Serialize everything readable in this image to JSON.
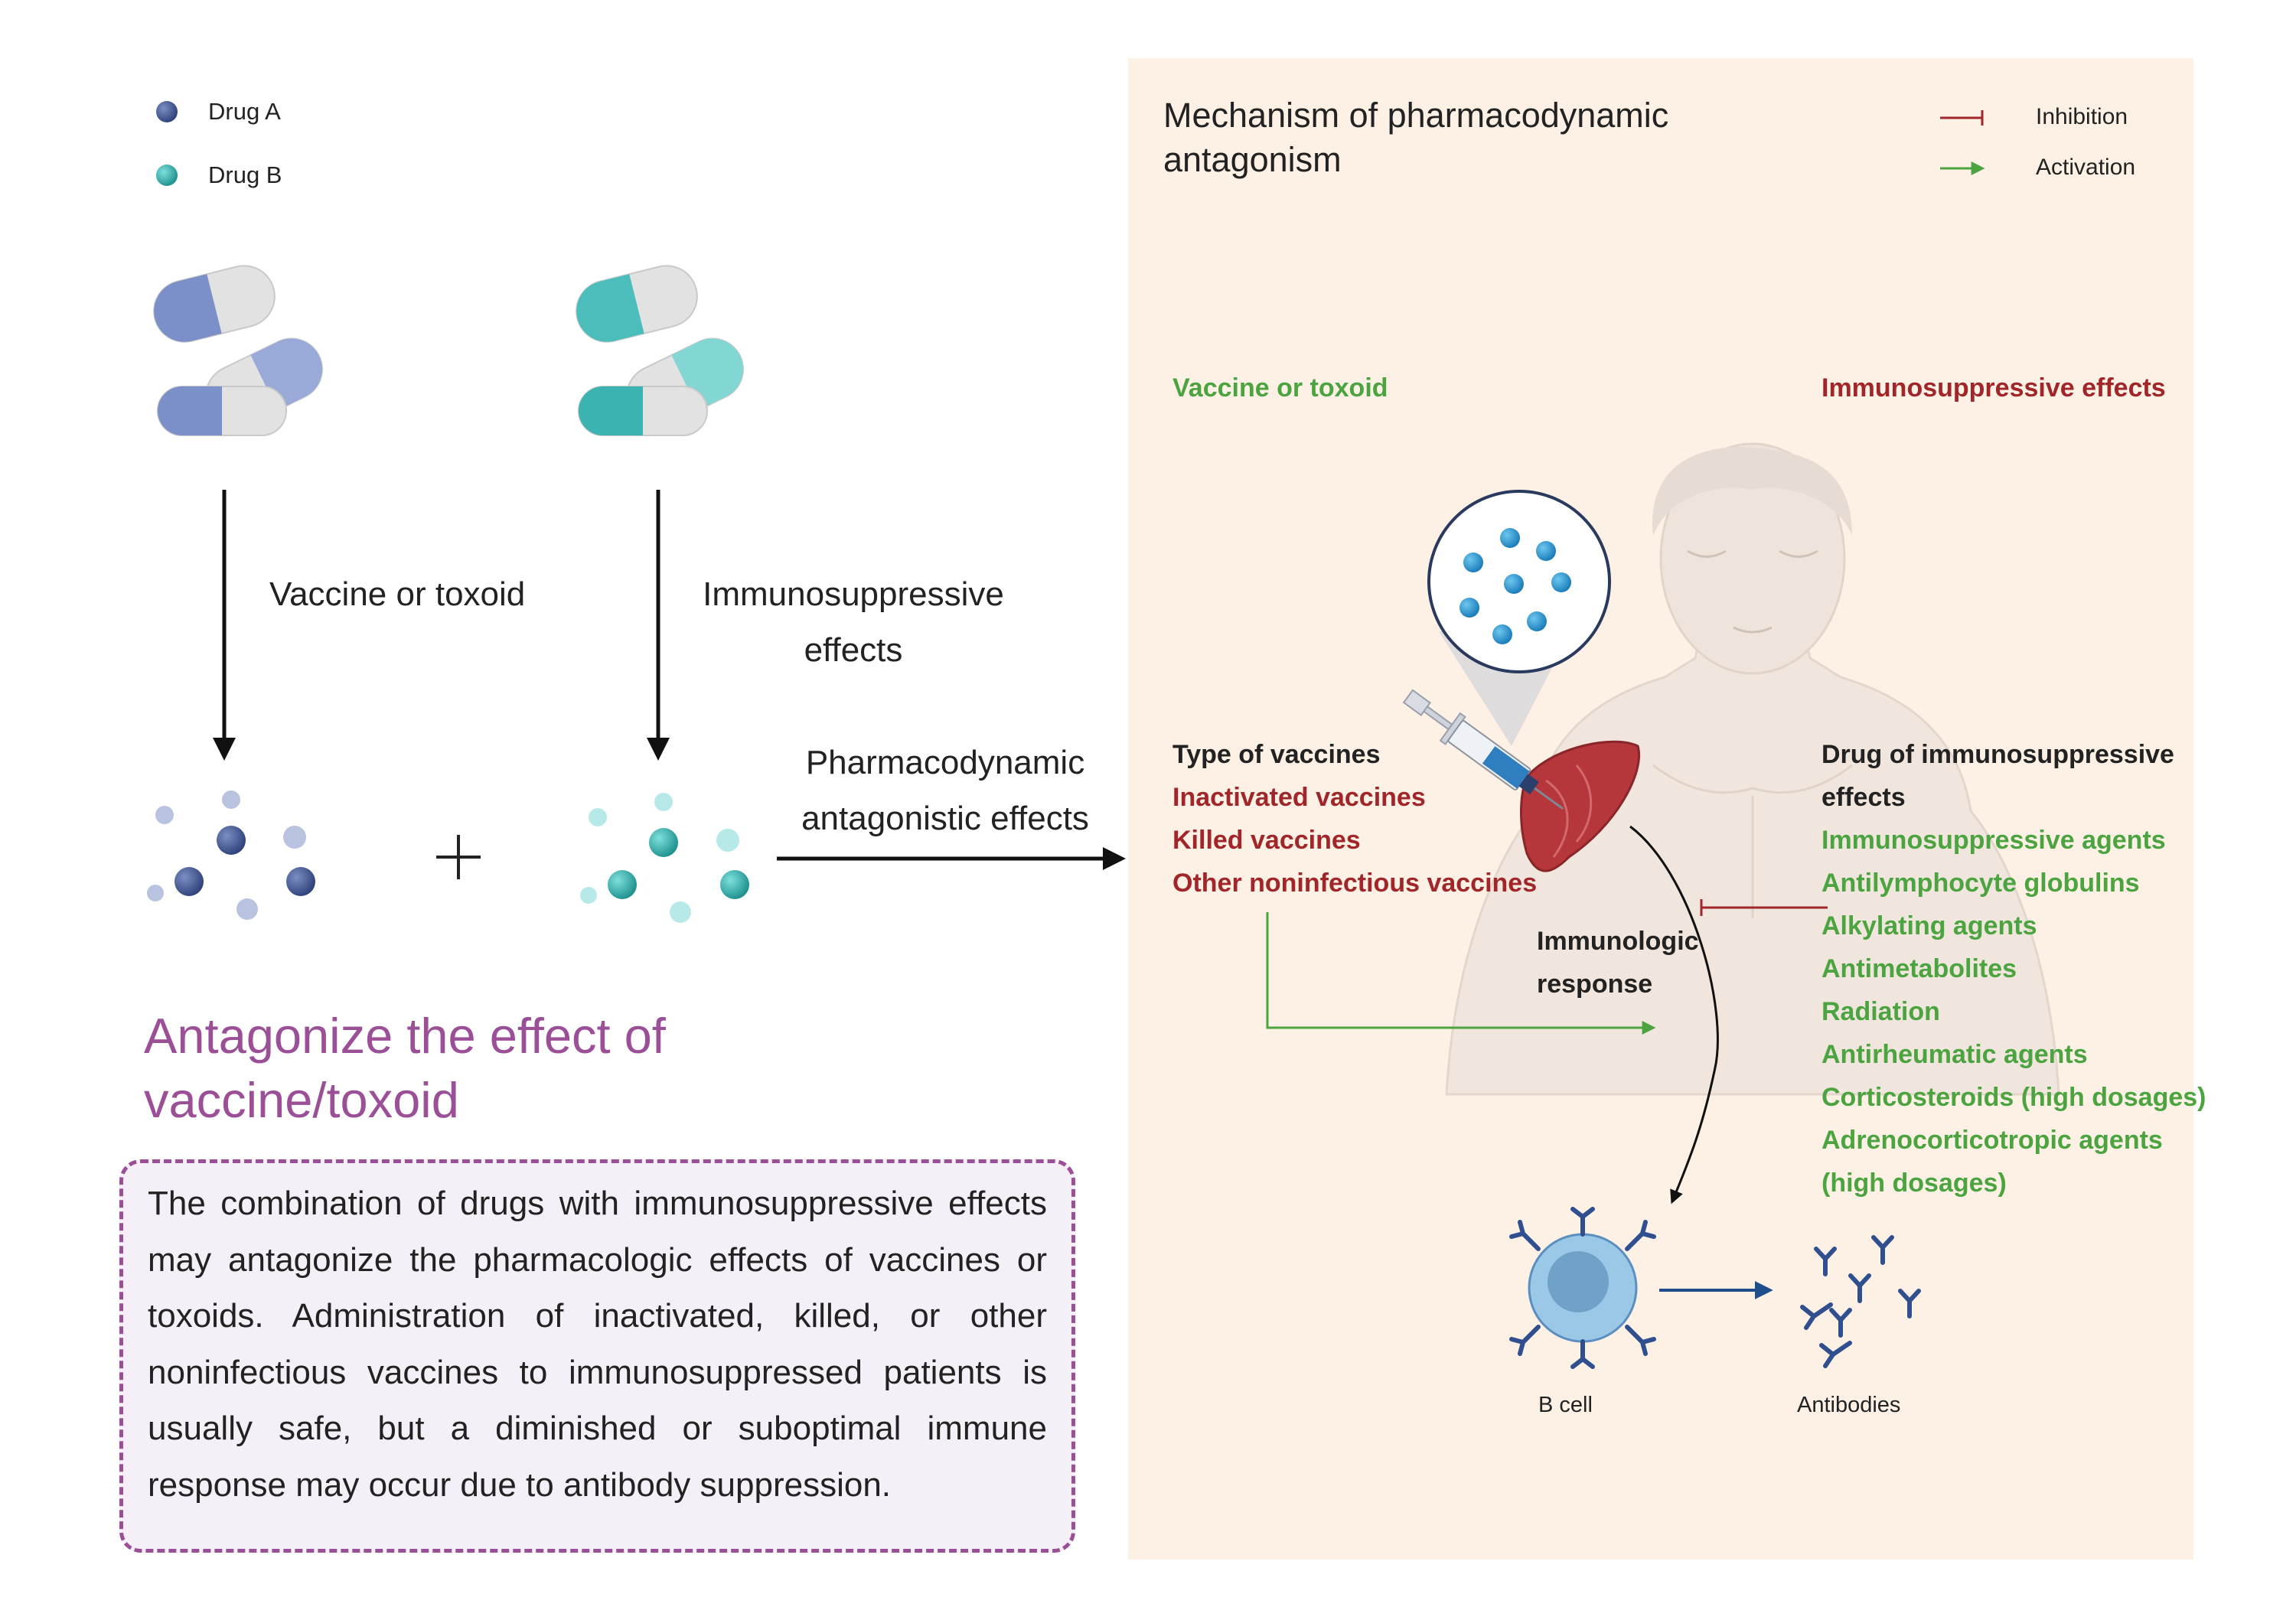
{
  "legend": {
    "drug_a": {
      "label": "Drug A",
      "color": "#4a5f9c"
    },
    "drug_b": {
      "label": "Drug B",
      "color": "#3bb3b0"
    }
  },
  "flow": {
    "drug_a_effect": "Vaccine or toxoid",
    "drug_b_effect_line1": "Immunosuppressive",
    "drug_b_effect_line2": "effects",
    "result_line1": "Pharmacodynamic",
    "result_line2": "antagonistic effects"
  },
  "conclusion": {
    "line1": "Antagonize the effect of",
    "line2": "vaccine/toxoid"
  },
  "description": "The combination of drugs with immunosuppressive effects may antagonize the pharmacologic effects of vaccines or toxoids. Administration of inactivated, killed, or other noninfectious vaccines to immunosuppressed patients is usually safe, but a diminished or suboptimal immune response may occur due to antibody suppression.",
  "mechanism": {
    "title_line1": "Mechanism of pharmacodynamic",
    "title_line2": "antagonism",
    "key": {
      "inhibition": {
        "label": "Inhibition",
        "color": "#a0262a"
      },
      "activation": {
        "label": "Activation",
        "color": "#4ba440"
      }
    },
    "left_header": "Vaccine or toxoid",
    "right_header": "Immunosuppressive effects",
    "vaccine_types": {
      "title": "Type of vaccines",
      "items": [
        "Inactivated vaccines",
        "Killed vaccines",
        "Other noninfectious vaccines"
      ]
    },
    "immuno_drugs": {
      "title_line1": "Drug of immunosuppressive",
      "title_line2": "effects",
      "items": [
        "Immunosuppressive agents",
        "Antilymphocyte globulins",
        "Alkylating agents",
        "Antimetabolites",
        "Radiation",
        "Antirheumatic agents",
        "Corticosteroids (high dosages)",
        "Adrenocorticotropic agents",
        "(high dosages)"
      ]
    },
    "response_line1": "Immunologic",
    "response_line2": "response",
    "b_cell": "B cell",
    "antibodies": "Antibodies"
  }
}
